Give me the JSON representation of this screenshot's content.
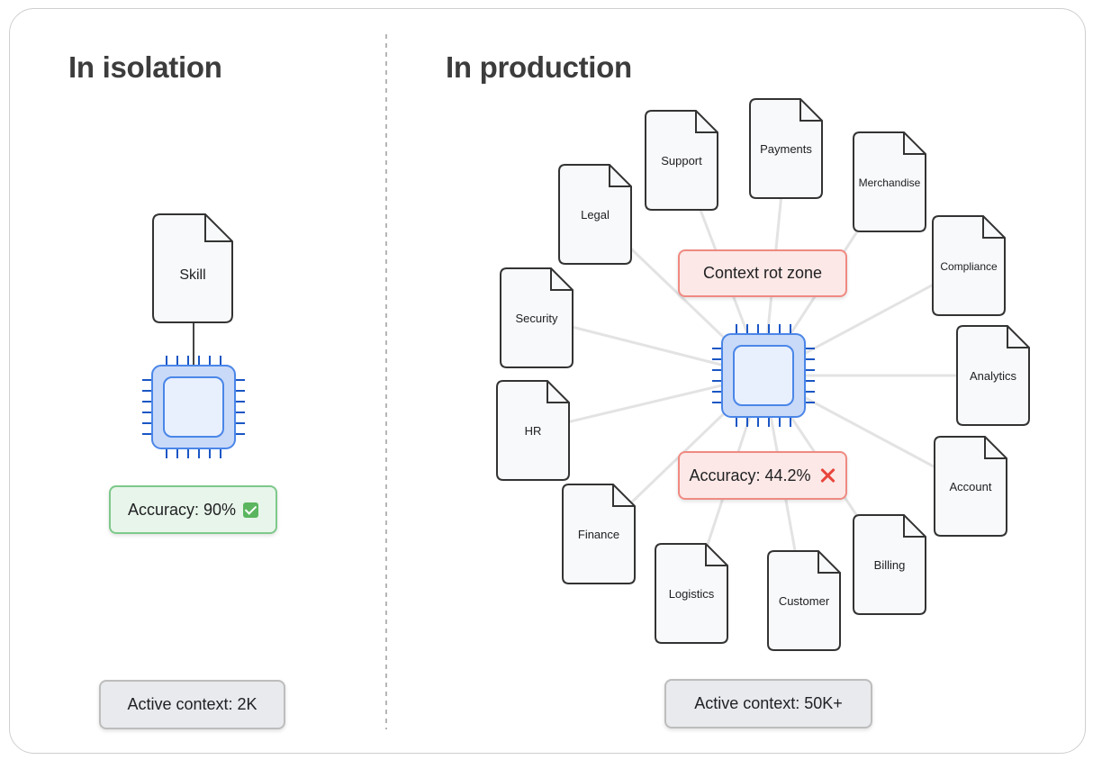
{
  "left_panel": {
    "title": "In isolation",
    "skill_doc": {
      "label": "Skill"
    },
    "accuracy": {
      "label": "Accuracy: 90%",
      "status_icon": "check-icon"
    },
    "active_context": "Active context: 2K"
  },
  "right_panel": {
    "title": "In production",
    "documents": [
      {
        "id": "support",
        "label": "Support"
      },
      {
        "id": "payments",
        "label": "Payments"
      },
      {
        "id": "merchandise",
        "label": "Merchandise"
      },
      {
        "id": "legal",
        "label": "Legal"
      },
      {
        "id": "compliance",
        "label": "Compliance"
      },
      {
        "id": "security",
        "label": "Security"
      },
      {
        "id": "analytics",
        "label": "Analytics"
      },
      {
        "id": "hr",
        "label": "HR"
      },
      {
        "id": "account",
        "label": "Account"
      },
      {
        "id": "finance",
        "label": "Finance"
      },
      {
        "id": "billing",
        "label": "Billing"
      },
      {
        "id": "logistics",
        "label": "Logistics"
      },
      {
        "id": "customer",
        "label": "Customer"
      }
    ],
    "warning_zone": "Context rot zone",
    "accuracy": {
      "label": "Accuracy: 44.2%",
      "status_icon": "cross-icon"
    },
    "active_context": "Active context: 50K+"
  },
  "colors": {
    "chip_fill": "#c9daf8",
    "chip_inner": "#e8f0fe",
    "chip_stroke": "#4a86e8",
    "chip_pins": "#1a56c4",
    "success_bg": "#e8f5ea",
    "success_border": "#7dc98a",
    "error_bg": "#fce8e6",
    "error_border": "#ef8a82",
    "neutral_bg": "#e8eaed"
  }
}
